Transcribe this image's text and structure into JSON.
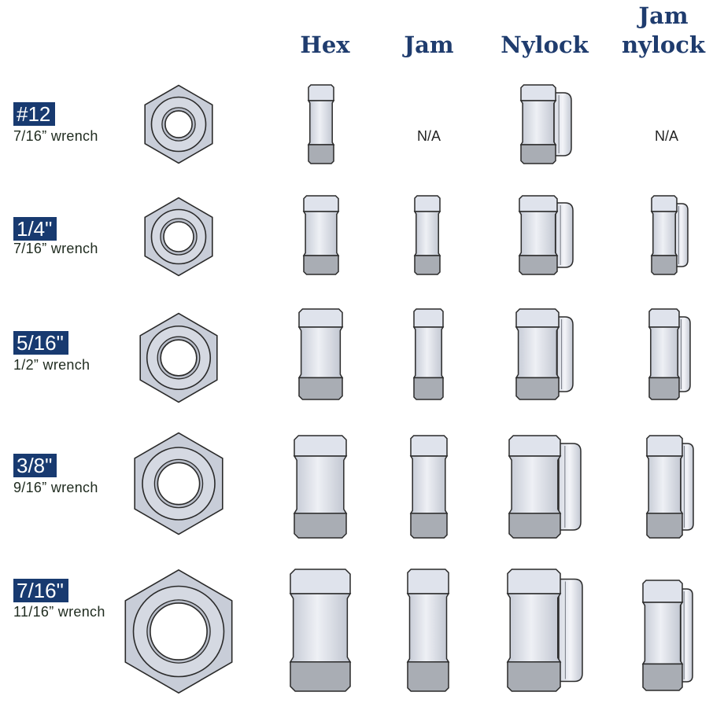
{
  "columns": {
    "hex": "Hex",
    "jam": "Jam",
    "nylock": "Nylock",
    "jam_nylock_line1": "Jam",
    "jam_nylock_line2": "nylock"
  },
  "rows": [
    {
      "size": "#12",
      "wrench": "7/16” wrench",
      "hex": true,
      "jam": false,
      "nylock": true,
      "jam_nylock": false,
      "na": "N/A"
    },
    {
      "size": "1/4\"",
      "wrench": "7/16” wrench",
      "hex": true,
      "jam": true,
      "nylock": true,
      "jam_nylock": true
    },
    {
      "size": "5/16\"",
      "wrench": "1/2” wrench",
      "hex": true,
      "jam": true,
      "nylock": true,
      "jam_nylock": true
    },
    {
      "size": "3/8\"",
      "wrench": "9/16” wrench",
      "hex": true,
      "jam": true,
      "nylock": true,
      "jam_nylock": true
    },
    {
      "size": "7/16\"",
      "wrench": "11/16” wrench",
      "hex": true,
      "jam": true,
      "nylock": true,
      "jam_nylock": true
    }
  ],
  "colors": {
    "header_text": "#1f3c6e",
    "badge_bg": "#183a70",
    "nut_face": "#dfe3ec",
    "nut_mid": "#c8cdd8",
    "nut_bottom": "#a9adb4",
    "outline": "#2a2a2a"
  },
  "icons": [
    "hex-nut-top-icon",
    "hex-nut-side-icon",
    "jam-nut-side-icon",
    "nylock-nut-side-icon",
    "jam-nylock-nut-side-icon"
  ]
}
